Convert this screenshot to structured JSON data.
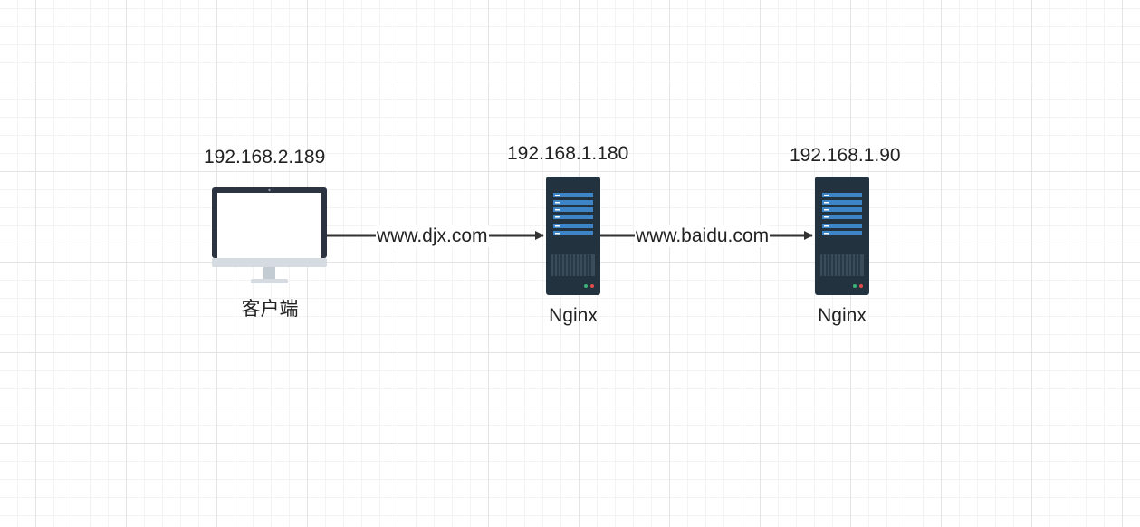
{
  "nodes": {
    "client": {
      "ip": "192.168.2.189",
      "label": "客户端"
    },
    "nginx1": {
      "ip": "192.168.1.180",
      "label": "Nginx"
    },
    "nginx2": {
      "ip": "192.168.1.90",
      "label": "Nginx"
    }
  },
  "edges": {
    "e1": {
      "label": "www.djx.com"
    },
    "e2": {
      "label": "www.baidu.com"
    }
  },
  "colors": {
    "server_body": "#22323f",
    "server_slot": "#3d85c6",
    "monitor_frame": "#2b3440",
    "monitor_screen": "#ffffff",
    "stand": "#d5dbe0",
    "arrow": "#333333"
  }
}
